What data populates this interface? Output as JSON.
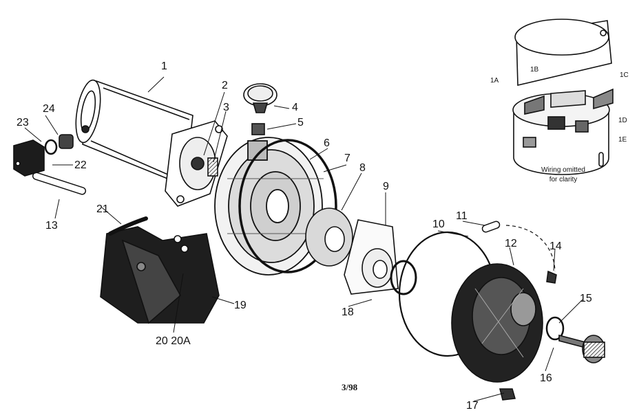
{
  "callouts": {
    "c1": "1",
    "c2": "2",
    "c3": "3",
    "c4": "4",
    "c5": "5",
    "c6": "6",
    "c7": "7",
    "c8": "8",
    "c9": "9",
    "c10": "10",
    "c11": "11",
    "c12": "12",
    "c13": "13",
    "c14": "14",
    "c15": "15",
    "c16": "16",
    "c17": "17",
    "c18": "18",
    "c19": "19",
    "c20": "20 20A",
    "c21": "21",
    "c22": "22",
    "c23": "23",
    "c24": "24"
  },
  "inset": {
    "c1A": "1A",
    "c1B": "1B",
    "c1C": "1C",
    "c1D": "1D",
    "c1E": "1E",
    "note_line1": "Wiring omitted",
    "note_line2": "for clarity"
  },
  "footer": {
    "date_code": "3/98"
  }
}
